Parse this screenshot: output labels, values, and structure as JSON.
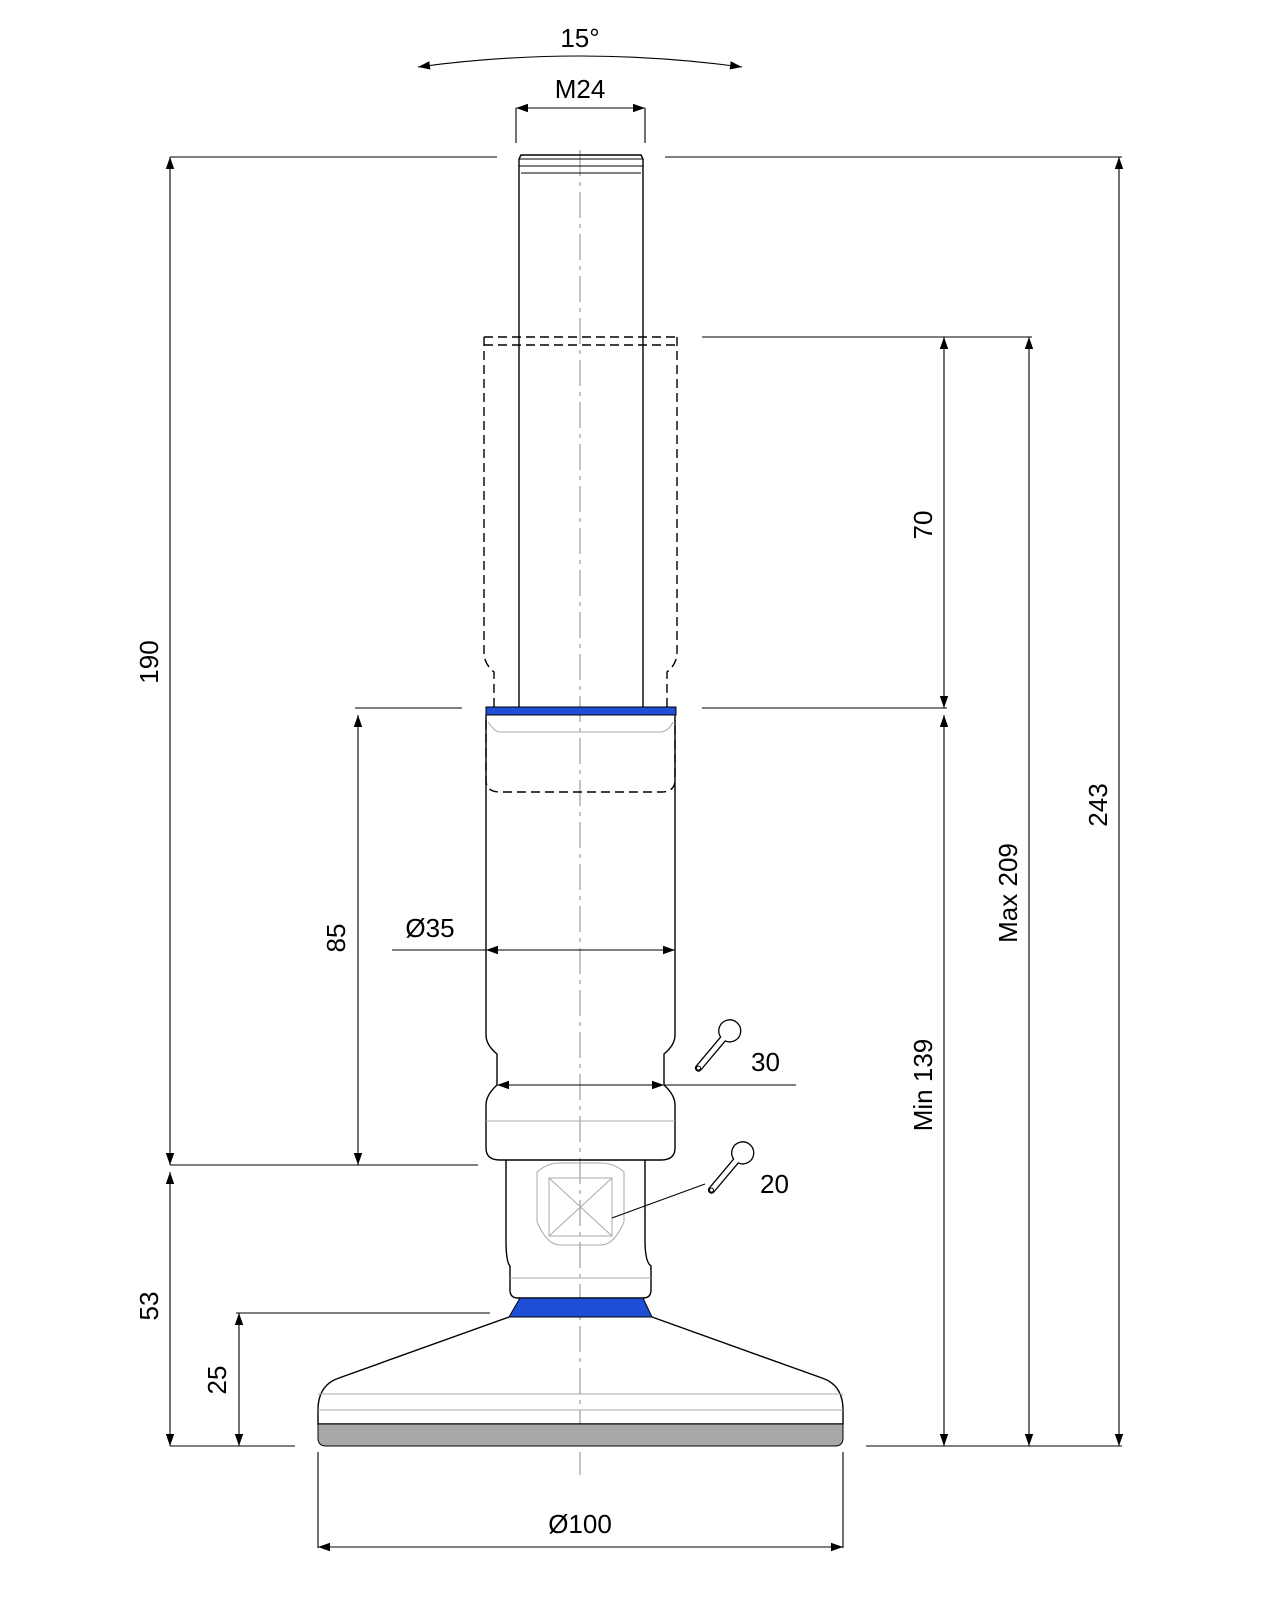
{
  "dimensions": {
    "tilt_angle": "15°",
    "thread": "M24",
    "overall_height": "243",
    "max_height": "Max 209",
    "min_height": "Min 139",
    "adjust_stroke": "70",
    "total_190": "190",
    "body_height": "85",
    "body_diameter": "Ø35",
    "wrench_upper": "30",
    "wrench_lower": "20",
    "base_height": "53",
    "pad_height": "25",
    "base_diameter": "Ø100"
  },
  "colors": {
    "line": "#000000",
    "seal_ring": "#1f4fd6",
    "pad": "#a8a8a8",
    "centerline": "#888888"
  },
  "icons": {
    "wrench_upper": "wrench-icon",
    "wrench_lower": "wrench-icon"
  }
}
